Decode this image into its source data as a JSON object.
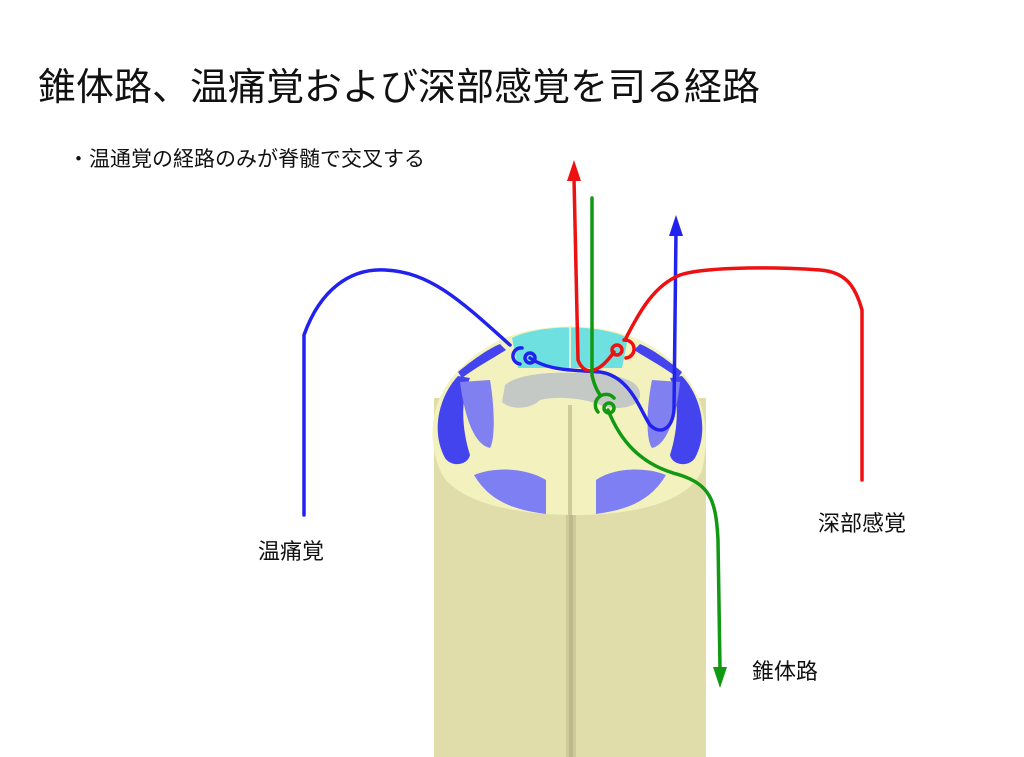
{
  "title": "錐体路、温痛覚および深部感覚を司る経路",
  "bullet": "・温通覚の経路のみが脊髄で交叉する",
  "labels": {
    "pain_temperature": "温痛覚",
    "deep_sensation": "深部感覚",
    "pyramidal_tract": "錐体路"
  },
  "colors": {
    "pain_temperature": "#2222ee",
    "deep_sensation": "#ee1111",
    "pyramidal_tract": "#119911",
    "cord": "#e0ddab",
    "white_matter": "#f3f2be",
    "dorsal_column": "#6ee0e0",
    "grey_matter": "#c4c9c6"
  }
}
